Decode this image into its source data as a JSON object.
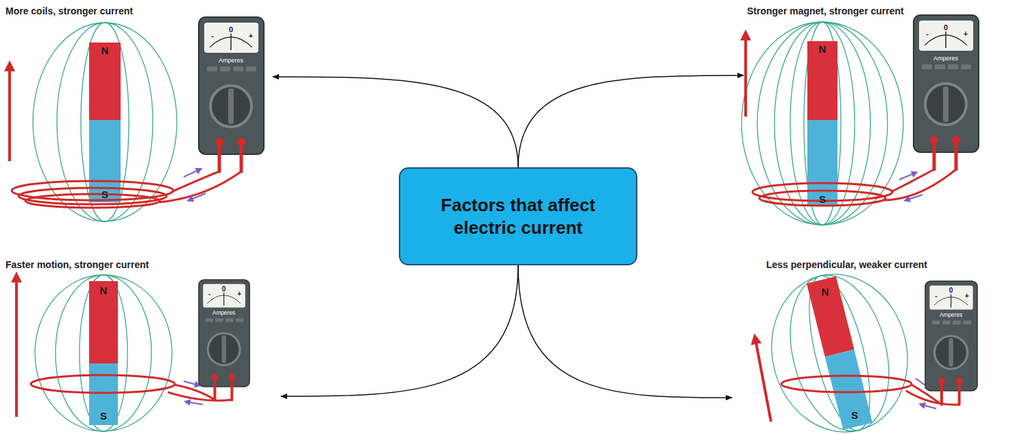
{
  "diagram": {
    "nodes": [
      {
        "text": [
          "Factors that affect electric current"
        ]
      },
      {
        "text": [
          "More coils, stronger current"
        ]
      },
      {
        "text": [
          "Stronger magnet, stronger current"
        ]
      },
      {
        "text": [
          "Faster motion, stronger current"
        ]
      },
      {
        "text": [
          "Less perpendicular, weaker current"
        ]
      }
    ],
    "edges": [
      {
        "from": 0,
        "to": 1,
        "arrow": "to"
      },
      {
        "from": 0,
        "to": 2,
        "arrow": "to"
      },
      {
        "from": 0,
        "to": 3,
        "arrow": "to"
      },
      {
        "from": 0,
        "to": 4,
        "arrow": "to"
      }
    ],
    "labels": [
      "N",
      "S",
      "-",
      "0",
      "+",
      "Amperes",
      "N",
      "S",
      "-",
      "0",
      "+",
      "Amperes",
      "N",
      "S",
      "-",
      "0",
      "+",
      "Amperes",
      "N",
      "S",
      "-",
      "0",
      "+",
      "Amperes"
    ]
  }
}
